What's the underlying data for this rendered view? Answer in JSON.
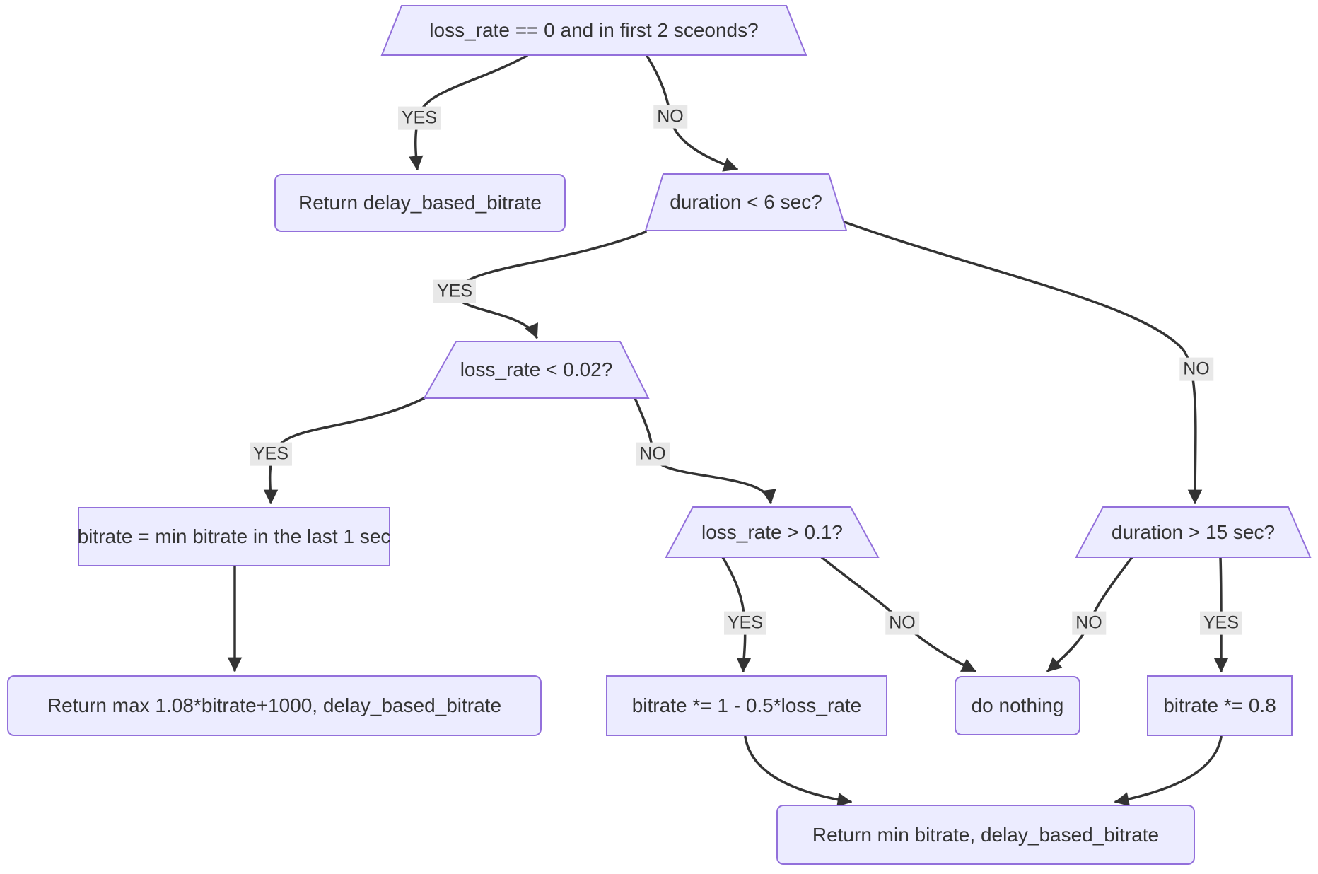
{
  "diagram": {
    "type": "flowchart",
    "colors": {
      "node_fill": "#ECECFF",
      "node_border": "#9370DB",
      "edge": "#333333",
      "edge_label_bg": "#e8e8e8",
      "text": "#333333",
      "background": "#ffffff"
    },
    "nodes": {
      "cond_first2s": {
        "label": "loss_rate == 0 and in first 2 sceonds?",
        "shape": "trapezoid"
      },
      "return_delay": {
        "label": "Return delay_based_bitrate",
        "shape": "rounded"
      },
      "cond_duration6": {
        "label": "duration < 6 sec?",
        "shape": "trapezoid"
      },
      "cond_loss002": {
        "label": "loss_rate < 0.02?",
        "shape": "trapezoid"
      },
      "set_min_bitrate": {
        "label": "bitrate = min bitrate in the last 1 sec",
        "shape": "rect"
      },
      "cond_loss01": {
        "label": "loss_rate > 0.1?",
        "shape": "trapezoid"
      },
      "cond_duration15": {
        "label": "duration > 15 sec?",
        "shape": "trapezoid"
      },
      "return_max": {
        "label": "Return max 1.08*bitrate+1000, delay_based_bitrate",
        "shape": "rounded"
      },
      "scale_loss": {
        "label": "bitrate *= 1 - 0.5*loss_rate",
        "shape": "rect"
      },
      "do_nothing": {
        "label": "do nothing",
        "shape": "rounded"
      },
      "scale_08": {
        "label": "bitrate *= 0.8",
        "shape": "rect"
      },
      "return_min": {
        "label": "Return min bitrate, delay_based_bitrate",
        "shape": "rounded"
      }
    },
    "edges": [
      {
        "from": "cond_first2s",
        "to": "return_delay",
        "label": "YES"
      },
      {
        "from": "cond_first2s",
        "to": "cond_duration6",
        "label": "NO"
      },
      {
        "from": "cond_duration6",
        "to": "cond_loss002",
        "label": "YES"
      },
      {
        "from": "cond_duration6",
        "to": "cond_duration15",
        "label": "NO"
      },
      {
        "from": "cond_loss002",
        "to": "set_min_bitrate",
        "label": "YES"
      },
      {
        "from": "cond_loss002",
        "to": "cond_loss01",
        "label": "NO"
      },
      {
        "from": "set_min_bitrate",
        "to": "return_max",
        "label": ""
      },
      {
        "from": "cond_loss01",
        "to": "scale_loss",
        "label": "YES"
      },
      {
        "from": "cond_loss01",
        "to": "do_nothing",
        "label": "NO"
      },
      {
        "from": "cond_duration15",
        "to": "do_nothing",
        "label": "NO"
      },
      {
        "from": "cond_duration15",
        "to": "scale_08",
        "label": "YES"
      },
      {
        "from": "scale_loss",
        "to": "return_min",
        "label": ""
      },
      {
        "from": "scale_08",
        "to": "return_min",
        "label": ""
      }
    ]
  }
}
